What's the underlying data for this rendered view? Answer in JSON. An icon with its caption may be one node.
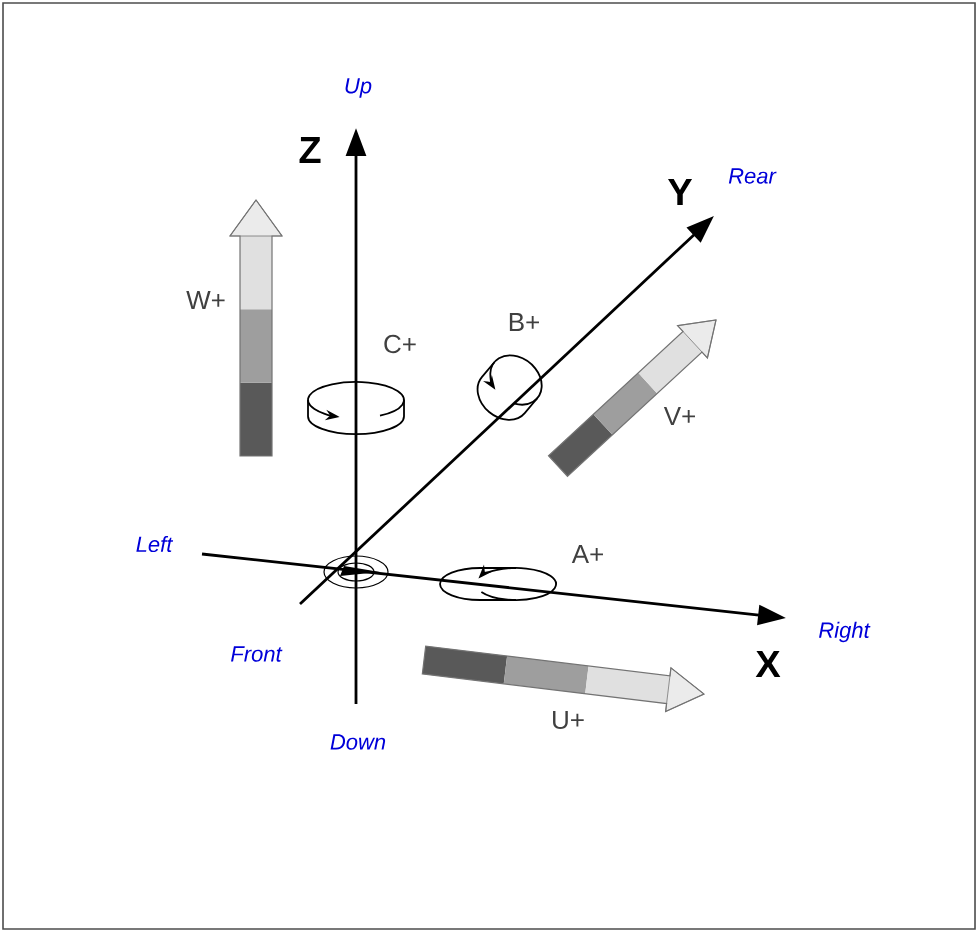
{
  "diagram": {
    "labels": [
      "Up",
      "Z",
      "Y",
      "Rear",
      "W+",
      "C+",
      "B+",
      "V+",
      "Left",
      "A+",
      "Right",
      "Front",
      "X",
      "U+",
      "Down"
    ]
  }
}
